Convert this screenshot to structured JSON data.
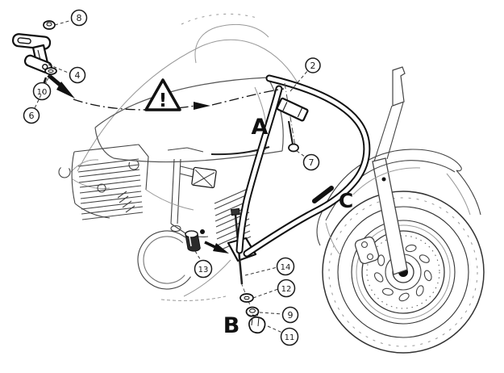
{
  "diagram": {
    "warning": {
      "symbol": "!"
    },
    "labels": {
      "a": "A",
      "b": "B",
      "c": "C"
    },
    "callouts": {
      "n2": "2",
      "n4": "4",
      "n6": "6",
      "n7": "7",
      "n8": "8",
      "n9": "9",
      "n10": "10",
      "n11": "11",
      "n12": "12",
      "n13": "13",
      "n14": "14"
    },
    "colors": {
      "ink": "#1a1a1a",
      "line": "#444444",
      "faint": "#999999",
      "paper": "#ffffff"
    }
  }
}
